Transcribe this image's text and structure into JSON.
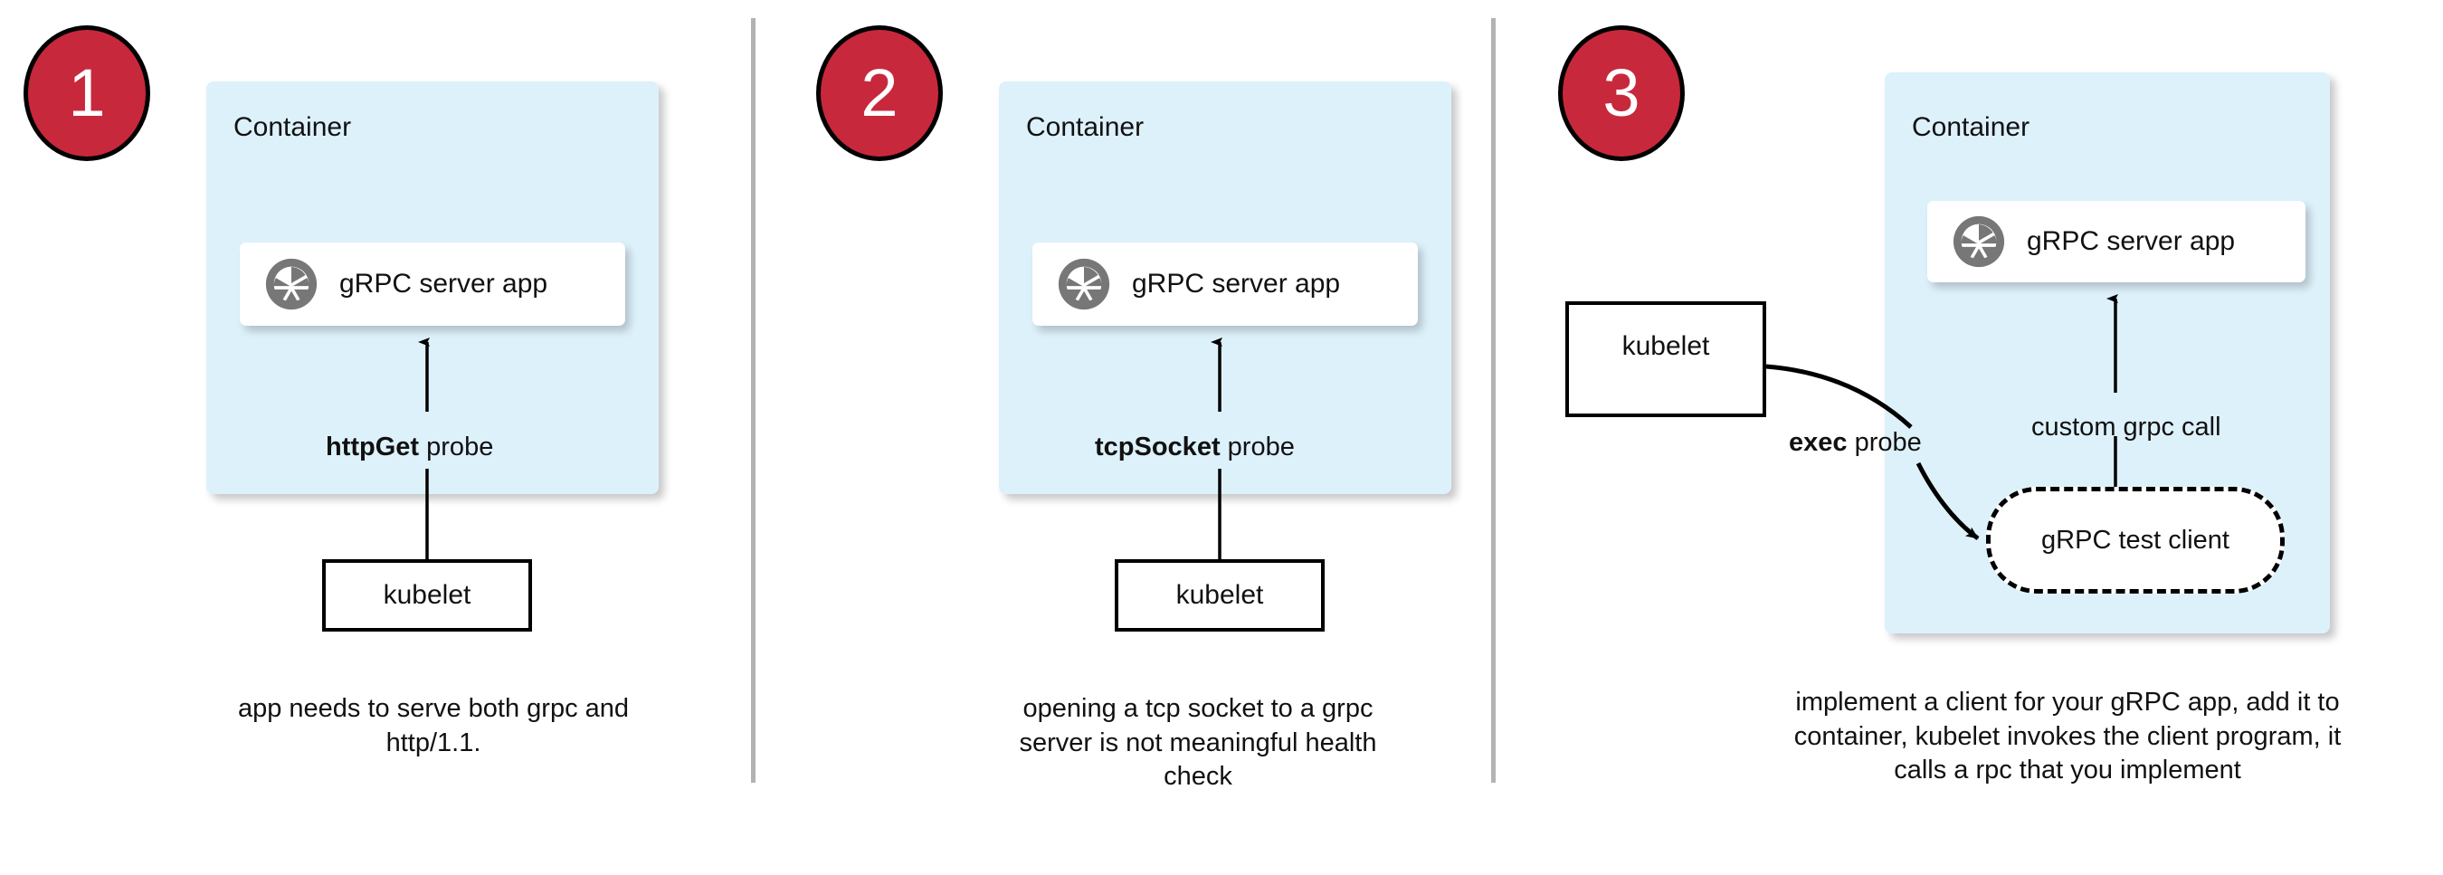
{
  "colors": {
    "badge_red": "#c8283c",
    "container_blue": "#ddf1fb",
    "divider_gray": "#b3b3b3",
    "icon_gray": "#777777",
    "stroke_black": "#000000",
    "card_white": "#ffffff"
  },
  "panels": [
    {
      "number": "1",
      "container_label": "Container",
      "app_label": "gRPC server app",
      "app_icon": "grpc-aperture-icon",
      "probe_label_bold": "httpGet",
      "probe_label_rest": " probe",
      "kubelet_label": "kubelet",
      "caption": "app needs to serve both grpc and http/1.1."
    },
    {
      "number": "2",
      "container_label": "Container",
      "app_label": "gRPC server app",
      "app_icon": "grpc-aperture-icon",
      "probe_label_bold": "tcpSocket",
      "probe_label_rest": " probe",
      "kubelet_label": "kubelet",
      "caption": "opening a tcp socket to a grpc server is not meaningful health check"
    },
    {
      "number": "3",
      "container_label": "Container",
      "app_label": "gRPC server app",
      "app_icon": "grpc-aperture-icon",
      "probe_label_bold": "exec",
      "probe_label_rest": " probe",
      "kubelet_label": "kubelet",
      "test_client_label": "gRPC test client",
      "inner_call_label": "custom grpc call",
      "caption": "implement a client for your gRPC app, add it to container, kubelet invokes the client program, it calls a rpc that you implement"
    }
  ]
}
